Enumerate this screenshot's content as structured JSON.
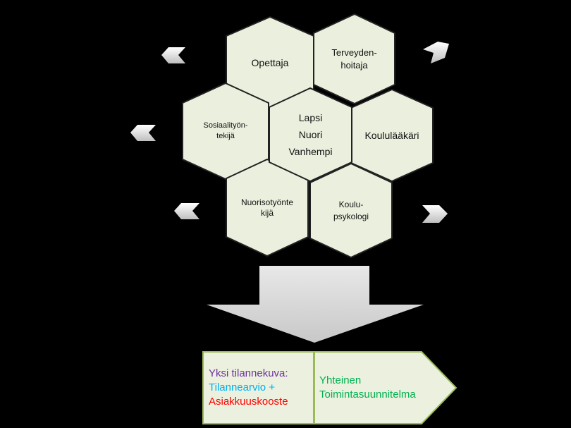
{
  "hexagons": {
    "opettaja": "Opettaja",
    "terveydenhoitaja": [
      "Terveyden-",
      "hoitaja"
    ],
    "sosiaalityontekija": [
      "Sosiaalityön-",
      "tekijä"
    ],
    "center": [
      "Lapsi",
      "Nuori",
      "Vanhempi"
    ],
    "koululaakari": "Koululääkäri",
    "nuorisotyontekija": [
      "Nuorisotyönte",
      "kijä"
    ],
    "koulupsykologi": [
      "Koulu-",
      "psykologi"
    ]
  },
  "result": {
    "left": {
      "line1": "Yksi tilannekuva:",
      "line2": "Tilannearvio +",
      "line3": "Asiakkuuskooste"
    },
    "right": {
      "line1": "Yhteinen",
      "line2": "Toimintasuunnitelma"
    }
  },
  "colors": {
    "hex_fill": "#ebf0de",
    "arrow_fill": "#d9d9d9",
    "box_fill": "#ebf1de",
    "box_border": "#9bbb59",
    "purple": "#7030a0",
    "cyan": "#00b0f0",
    "red": "#ff0000",
    "green": "#00b050"
  }
}
